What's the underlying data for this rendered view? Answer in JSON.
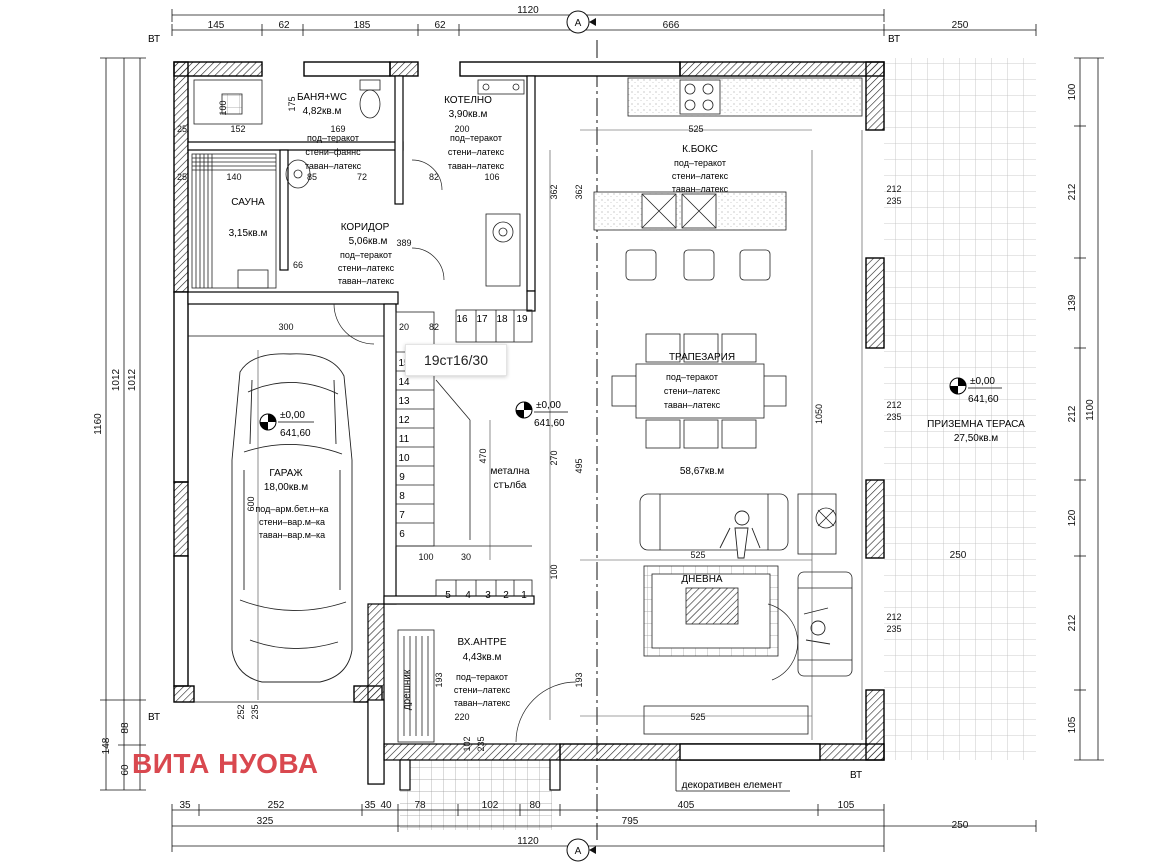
{
  "watermark": "ВИТА НУОВА",
  "stair_callout": "19ст16/30",
  "dims": {
    "top_total": "1120",
    "top_seg": [
      "145",
      "62",
      "185",
      "62",
      "666",
      "250"
    ],
    "bottom_total": "1120",
    "bottom_row1": [
      "35",
      "252",
      "35",
      "40",
      "78",
      "102",
      "80",
      "405",
      "105"
    ],
    "bottom_row2": [
      "325",
      "795",
      "250"
    ],
    "left_total_outer": "1160",
    "left_total": "1012",
    "left_total_b": "1012",
    "left_small": [
      "148",
      "88",
      "60"
    ],
    "right_col1": [
      "100",
      "212",
      "139",
      "212",
      "120",
      "212",
      "105"
    ],
    "right_total": "1100",
    "right_250": "250"
  },
  "section_marker": "A",
  "wall_labels": [
    "ВТ",
    "ВТ",
    "ВТ",
    "ВТ"
  ],
  "rooms": {
    "bath": {
      "name": "БАНЯ+WC",
      "area": "4,82кв.м",
      "fin": [
        "под–теракот",
        "стени–фаянс",
        "таван–латекс"
      ]
    },
    "boiler": {
      "name": "КОТЕЛНО",
      "area": "3,90кв.м",
      "fin": [
        "под–теракот",
        "стени–латекс",
        "таван–латекс"
      ]
    },
    "kitchen": {
      "name": "К.БОКС",
      "fin": [
        "под–теракот",
        "стени–латекс",
        "таван–латекс"
      ]
    },
    "sauna": {
      "name": "САУНА",
      "area": "3,15кв.м"
    },
    "corridor": {
      "name": "КОРИДОР",
      "area": "5,06кв.м",
      "fin": [
        "под–теракот",
        "стени–латекс",
        "таван–латекс"
      ]
    },
    "dining": {
      "name": "ТРАПЕЗАРИЯ",
      "fin": [
        "под–теракот",
        "стени–латекс",
        "таван–латекс"
      ]
    },
    "living_area": "58,67кв.м",
    "garage": {
      "name": "ГАРАЖ",
      "area": "18,00кв.м",
      "fin": [
        "под–арм.бет.н–ка",
        "стени–вар.м–ка",
        "таван–вар.м–ка"
      ]
    },
    "terrace": {
      "name": "ПРИЗЕМНА ТЕРАСА",
      "area": "27,50кв.м"
    },
    "living": {
      "name": "ДНЕВНА"
    },
    "entry": {
      "name": "ВХ.АНТРЕ",
      "area": "4,43кв.м",
      "fin": [
        "под–теракот",
        "стени–латекс",
        "таван–латекс"
      ]
    },
    "stair": {
      "name": "метална",
      "name2": "стълба"
    },
    "deco": "декоративен елемент",
    "wardrobe": "дрешник"
  },
  "levels": [
    {
      "top": "±0,00",
      "bottom": "641,60"
    },
    {
      "top": "±0,00",
      "bottom": "641,60"
    },
    {
      "top": "±0,00",
      "bottom": "641,60"
    }
  ],
  "steps_upper": [
    "16",
    "17",
    "18",
    "19"
  ],
  "steps_left": [
    "15",
    "14",
    "13",
    "12",
    "11",
    "10",
    "9",
    "8",
    "7",
    "6"
  ],
  "steps_lower": [
    "5",
    "4",
    "3",
    "2",
    "1"
  ],
  "inner_dims": [
    "175",
    "100",
    "152",
    "169",
    "200",
    "525",
    "362",
    "362",
    "140",
    "85",
    "72",
    "82",
    "106",
    "25",
    "25",
    "389",
    "20",
    "66",
    "300",
    "82",
    "470",
    "495",
    "270",
    "1050",
    "100",
    "30",
    "525",
    "100",
    "193",
    "193",
    "220",
    "102",
    "235",
    "252",
    "235",
    "600",
    "212",
    "235",
    "212",
    "235",
    "212",
    "235"
  ]
}
